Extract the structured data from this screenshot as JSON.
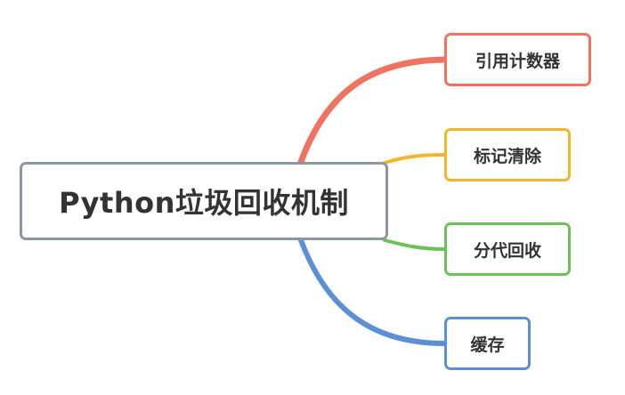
{
  "root": {
    "label": "Python垃圾回收机制",
    "border_color": "#8c97a3"
  },
  "branches": [
    {
      "label": "引用计数器",
      "color": "#f07361"
    },
    {
      "label": "标记清除",
      "color": "#f5b52b"
    },
    {
      "label": "分代回收",
      "color": "#6cc257"
    },
    {
      "label": "缓存",
      "color": "#5b8fd6"
    }
  ]
}
